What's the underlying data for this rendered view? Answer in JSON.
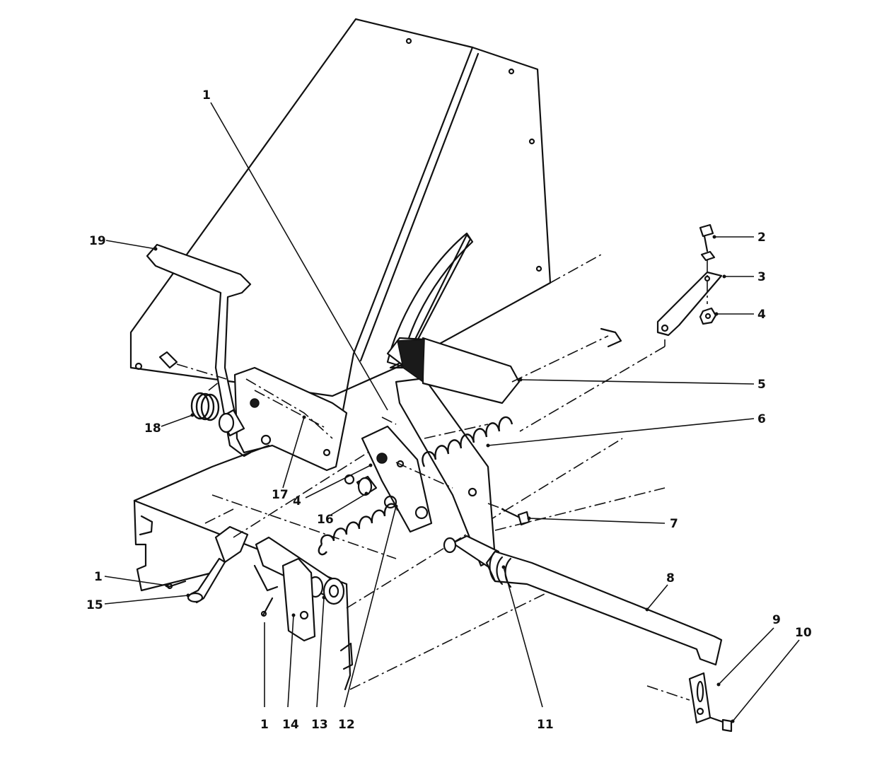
{
  "callouts": [
    {
      "id": "c1-top",
      "label": "1"
    },
    {
      "id": "c2",
      "label": "2"
    },
    {
      "id": "c3",
      "label": "3"
    },
    {
      "id": "c4-right",
      "label": "4"
    },
    {
      "id": "c5",
      "label": "5"
    },
    {
      "id": "c6",
      "label": "6"
    },
    {
      "id": "c7",
      "label": "7"
    },
    {
      "id": "c8",
      "label": "8"
    },
    {
      "id": "c9",
      "label": "9"
    },
    {
      "id": "c10",
      "label": "10"
    },
    {
      "id": "c11",
      "label": "11"
    },
    {
      "id": "c12",
      "label": "12"
    },
    {
      "id": "c13",
      "label": "13"
    },
    {
      "id": "c14",
      "label": "14"
    },
    {
      "id": "c1-bottom",
      "label": "1"
    },
    {
      "id": "c15",
      "label": "15"
    },
    {
      "id": "c1-left",
      "label": "1"
    },
    {
      "id": "c16",
      "label": "16"
    },
    {
      "id": "c4-left",
      "label": "4"
    },
    {
      "id": "c17",
      "label": "17"
    },
    {
      "id": "c18",
      "label": "18"
    },
    {
      "id": "c19",
      "label": "19"
    }
  ]
}
